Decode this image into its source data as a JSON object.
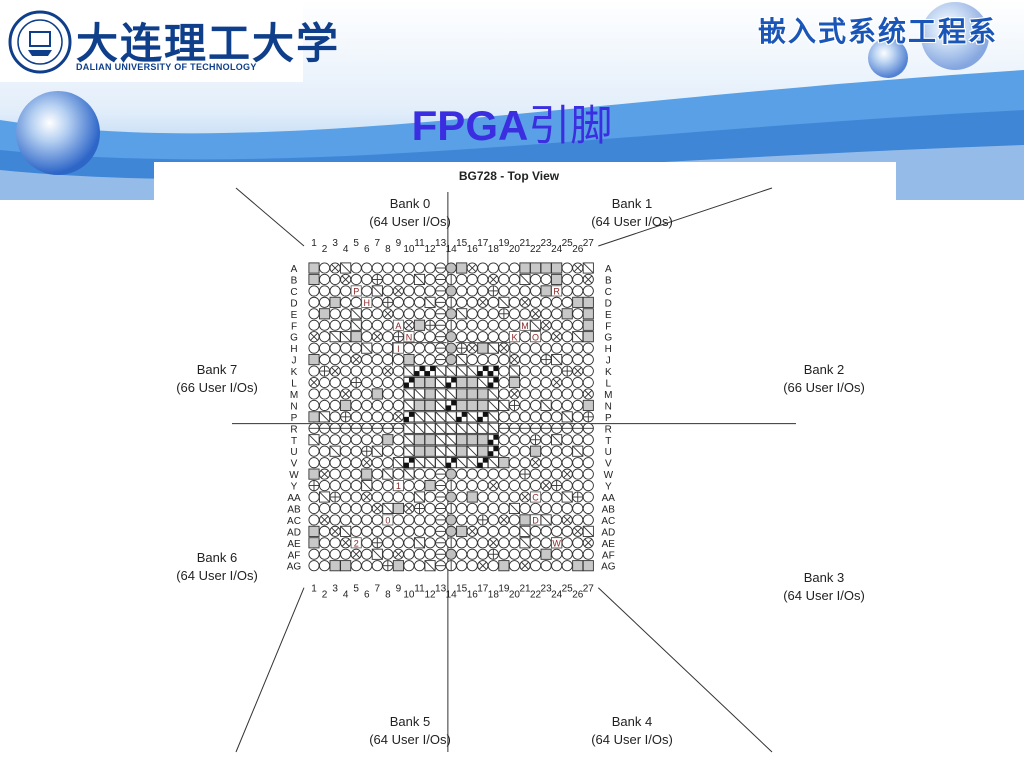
{
  "header": {
    "logo_name_cn": "大连理工大学",
    "logo_name_en": "DALIAN UNIVERSITY OF TECHNOLOGY",
    "department": "嵌入式系统工程系",
    "slide_title_en": "FPGA",
    "slide_title_cn": "引脚"
  },
  "diagram": {
    "package_title": "BG728 - Top View",
    "banks": [
      {
        "name": "Bank 0",
        "ios": "(64 User I/Os)"
      },
      {
        "name": "Bank 1",
        "ios": "(64 User I/Os)"
      },
      {
        "name": "Bank 2",
        "ios": "(66 User I/Os)"
      },
      {
        "name": "Bank 3",
        "ios": "(64 User I/Os)"
      },
      {
        "name": "Bank 4",
        "ios": "(64 User I/Os)"
      },
      {
        "name": "Bank 5",
        "ios": "(64 User I/Os)"
      },
      {
        "name": "Bank 6",
        "ios": "(64 User I/Os)"
      },
      {
        "name": "Bank 7",
        "ios": "(66 User I/Os)"
      }
    ],
    "column_labels": [
      "1",
      "2",
      "3",
      "4",
      "5",
      "6",
      "7",
      "8",
      "9",
      "10",
      "11",
      "12",
      "13",
      "14",
      "15",
      "16",
      "17",
      "18",
      "19",
      "20",
      "21",
      "22",
      "23",
      "24",
      "25",
      "26",
      "27"
    ],
    "row_labels": [
      "A",
      "B",
      "C",
      "D",
      "E",
      "F",
      "G",
      "H",
      "J",
      "K",
      "L",
      "M",
      "N",
      "P",
      "R",
      "T",
      "U",
      "V",
      "W",
      "Y",
      "AA",
      "AB",
      "AC",
      "AD",
      "AE",
      "AF",
      "AG"
    ],
    "pin_markers": [
      {
        "row": 2,
        "col": 4,
        "text": "P"
      },
      {
        "row": 3,
        "col": 5,
        "text": "H"
      },
      {
        "row": 5,
        "col": 8,
        "text": "A"
      },
      {
        "row": 6,
        "col": 9,
        "text": "N"
      },
      {
        "row": 7,
        "col": 8,
        "text": "I"
      },
      {
        "row": 2,
        "col": 23,
        "text": "R"
      },
      {
        "row": 5,
        "col": 20,
        "text": "M"
      },
      {
        "row": 6,
        "col": 19,
        "text": "K"
      },
      {
        "row": 6,
        "col": 21,
        "text": "O"
      },
      {
        "row": 19,
        "col": 8,
        "text": "1"
      },
      {
        "row": 22,
        "col": 7,
        "text": "0"
      },
      {
        "row": 24,
        "col": 4,
        "text": "2"
      },
      {
        "row": 20,
        "col": 21,
        "text": "C"
      },
      {
        "row": 22,
        "col": 21,
        "text": "D"
      },
      {
        "row": 24,
        "col": 23,
        "text": "W"
      }
    ]
  }
}
